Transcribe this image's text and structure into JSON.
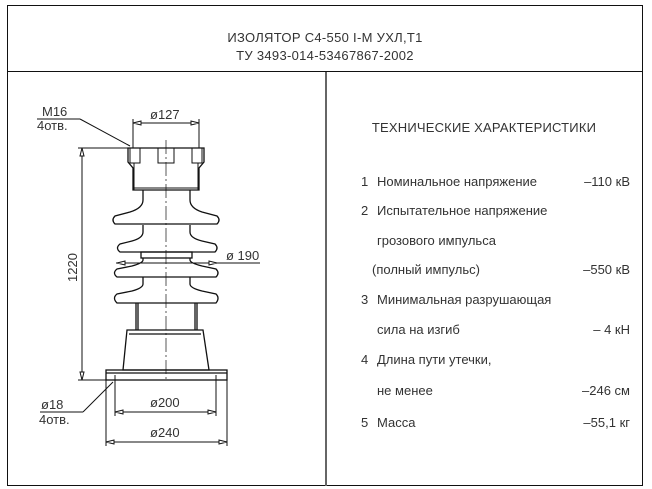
{
  "title": {
    "line1": "ИЗОЛЯТОР С4-550 I-M УХЛ,Т1",
    "line2": "ТУ 3493-014-53467867-2002"
  },
  "drawing": {
    "thread_label": "M16",
    "thread_count": "4отв.",
    "top_diameter": "ø127",
    "height": "1220",
    "shed_diameter": "ø 190",
    "hole_label": "ø18",
    "hole_count": "4отв.",
    "bolt_circle": "ø200",
    "flange_diameter": "ø240"
  },
  "specs": {
    "title": "ТЕХНИЧЕСКИЕ ХАРАКТЕРИСТИКИ",
    "rows": [
      {
        "num": "1",
        "text": "Номинальное напряжение",
        "value": "–110 кВ"
      },
      {
        "num": "2",
        "text": "Испытательное напряжение",
        "value": ""
      },
      {
        "num": "",
        "text": "грозового импульса",
        "value": ""
      },
      {
        "num": "",
        "text": "(полный импульс)",
        "value": "–550 кВ"
      },
      {
        "num": "3",
        "text": "Минимальная разрушающая",
        "value": ""
      },
      {
        "num": "",
        "text": "сила на изгиб",
        "value": "– 4 кН"
      },
      {
        "num": "4",
        "text": "Длина пути утечки,",
        "value": ""
      },
      {
        "num": "",
        "text": "не менее",
        "value": "–246 см"
      },
      {
        "num": "5",
        "text": "Масса",
        "value": "–55,1 кг"
      }
    ]
  },
  "colors": {
    "line": "#111111",
    "text": "#333333"
  }
}
